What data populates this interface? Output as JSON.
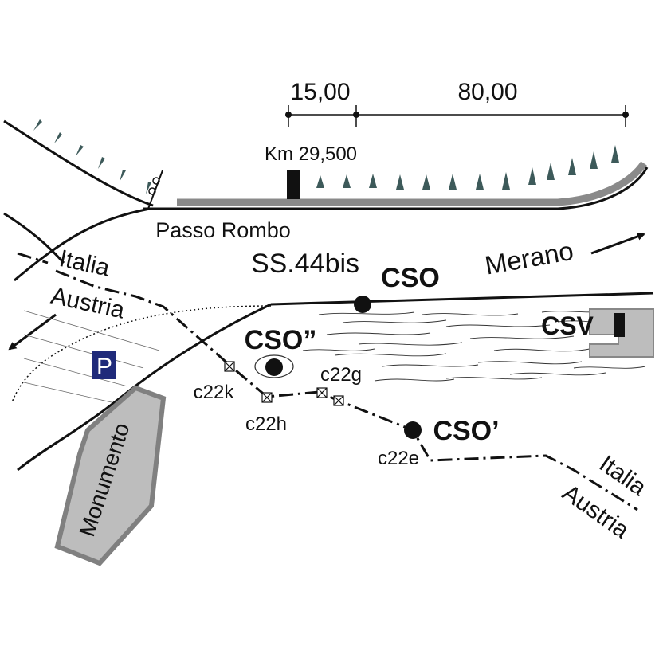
{
  "dimensions": {
    "left": "15,00",
    "right": "80,00"
  },
  "km_label": "Km 29,500",
  "pass_label": "Passo Rombo",
  "road_label": "SS.44bis",
  "direction_label": "Merano",
  "border_left": {
    "country_top": "Italia",
    "country_bottom": "Austria"
  },
  "border_right": {
    "country_top": "Italia",
    "country_bottom": "Austria"
  },
  "stations": {
    "cso": "CSO",
    "cso_double_prime": "CSO”",
    "cso_prime": "CSO’",
    "csv": "CSV"
  },
  "boreholes": [
    "c22k",
    "c22h",
    "c22g",
    "c22e"
  ],
  "parking_symbol": "P",
  "monument_label": "Monumento",
  "colors": {
    "line": "#111111",
    "snow_marker": "#3d5a5a",
    "gallery": "#808080",
    "parking": "#1f2a7a",
    "building": "#bdbdbd"
  }
}
